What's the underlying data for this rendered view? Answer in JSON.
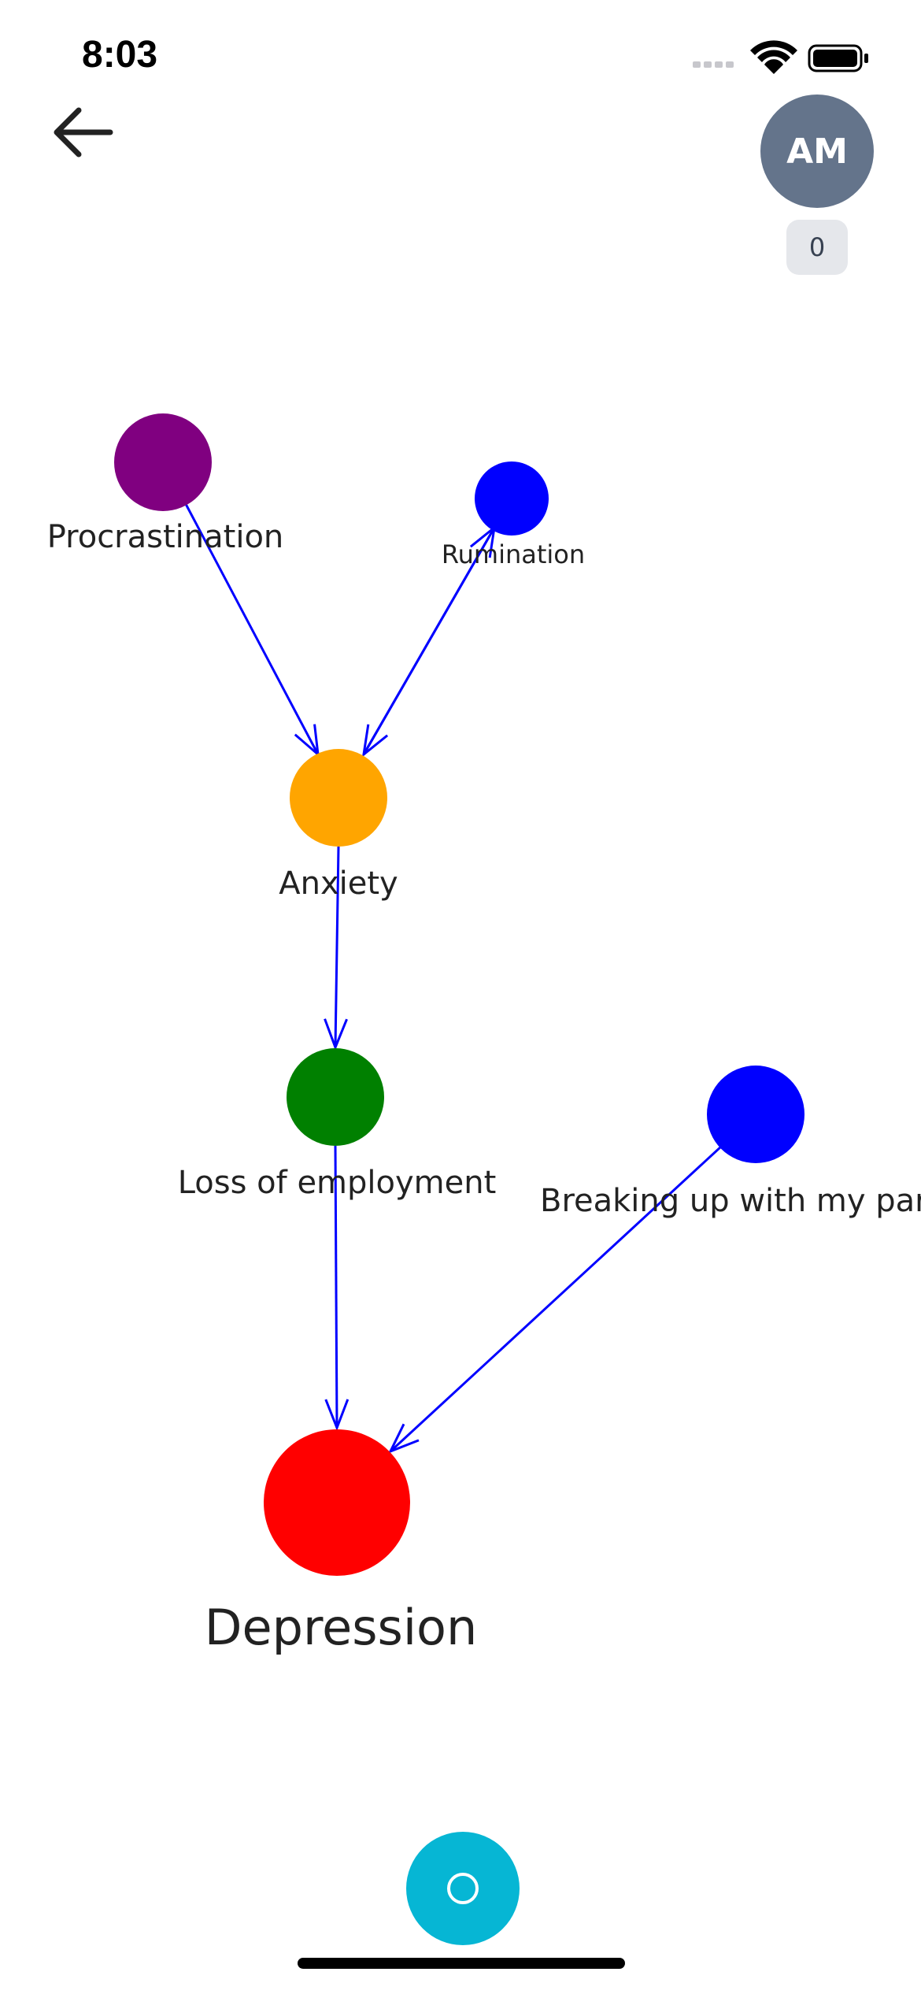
{
  "status_bar": {
    "time": "8:03"
  },
  "header": {
    "avatar_initials": "AM",
    "count": "0"
  },
  "colors": {
    "edge": "#0000ff",
    "node_procrastination": "#800080",
    "node_rumination": "#0000ff",
    "node_anxiety": "#ffa500",
    "node_loss_of_employment": "#008000",
    "node_breaking_up": "#0000ff",
    "node_depression": "#ff0000",
    "fab": "#06b6d4",
    "avatar": "#64748b"
  },
  "graph": {
    "nodes": {
      "procrastination": {
        "label": "Procrastination"
      },
      "rumination": {
        "label": "Rumination"
      },
      "anxiety": {
        "label": "Anxiety"
      },
      "loss_of_employment": {
        "label": "Loss of employment"
      },
      "breaking_up": {
        "label": "Breaking up with my part"
      },
      "depression": {
        "label": "Depression"
      }
    },
    "edges": [
      {
        "from": "Procrastination",
        "to": "Anxiety"
      },
      {
        "from": "Anxiety",
        "to": "Rumination"
      },
      {
        "from": "Rumination",
        "to": "Anxiety"
      },
      {
        "from": "Anxiety",
        "to": "Loss of employment"
      },
      {
        "from": "Loss of employment",
        "to": "Depression"
      },
      {
        "from": "Breaking up with my part",
        "to": "Depression"
      }
    ]
  },
  "icons": {
    "back": "arrow-left-icon",
    "fab": "circle-outline-icon"
  }
}
